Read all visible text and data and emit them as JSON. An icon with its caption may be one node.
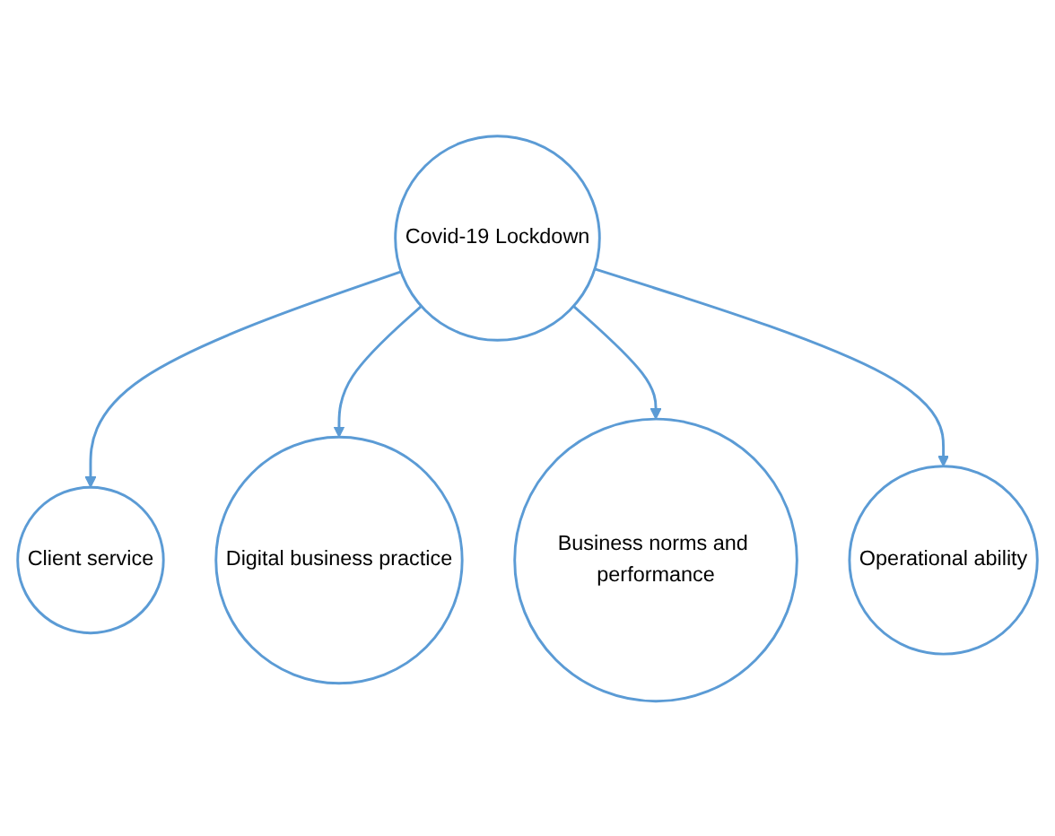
{
  "diagram": {
    "nodes": [
      {
        "text": [
          "Client service"
        ]
      },
      {
        "text": [
          "Digital business practice"
        ]
      },
      {
        "text": [
          "Covid-19 Lockdown"
        ]
      },
      {
        "text": [
          "Business norms and performance"
        ]
      },
      {
        "text": [
          "Operational ability"
        ]
      }
    ],
    "edges": [
      {
        "from": 2,
        "to": 0,
        "arrow": "to"
      },
      {
        "from": 2,
        "to": 1,
        "arrow": "to"
      },
      {
        "from": 2,
        "to": 3,
        "arrow": "to"
      },
      {
        "from": 2,
        "to": 4,
        "arrow": "to"
      }
    ]
  }
}
